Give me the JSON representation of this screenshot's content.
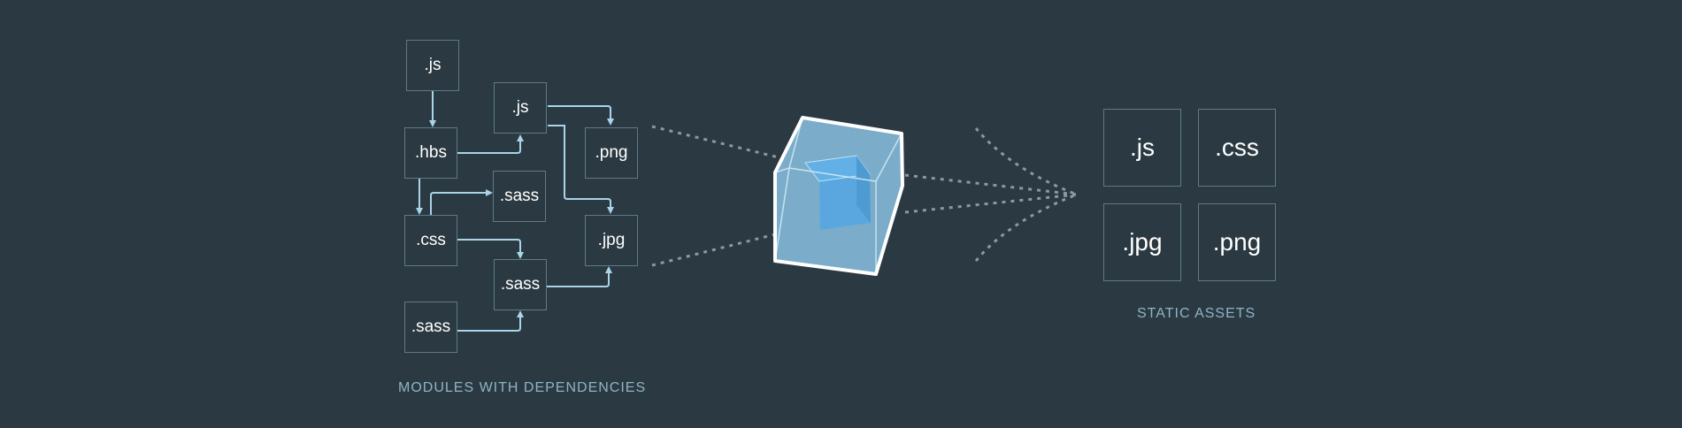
{
  "modules": {
    "js_top": ".js",
    "js_mid": ".js",
    "hbs": ".hbs",
    "png": ".png",
    "sass_mid": ".sass",
    "css": ".css",
    "jpg": ".jpg",
    "sass_low": ".sass",
    "sass_bottom": ".sass",
    "caption": "MODULES WITH DEPENDENCIES"
  },
  "assets": {
    "js": ".js",
    "css": ".css",
    "jpg": ".jpg",
    "png": ".png",
    "caption": "STATIC ASSETS"
  },
  "colors": {
    "background": "#2b3a42",
    "box_border": "#5d7a86",
    "arrow": "#a9d4ea",
    "caption": "#8fb3c6",
    "cube_outer": "#7fb3d3",
    "cube_inner": "#5aa7e0",
    "dashes": "#8c98a0"
  }
}
